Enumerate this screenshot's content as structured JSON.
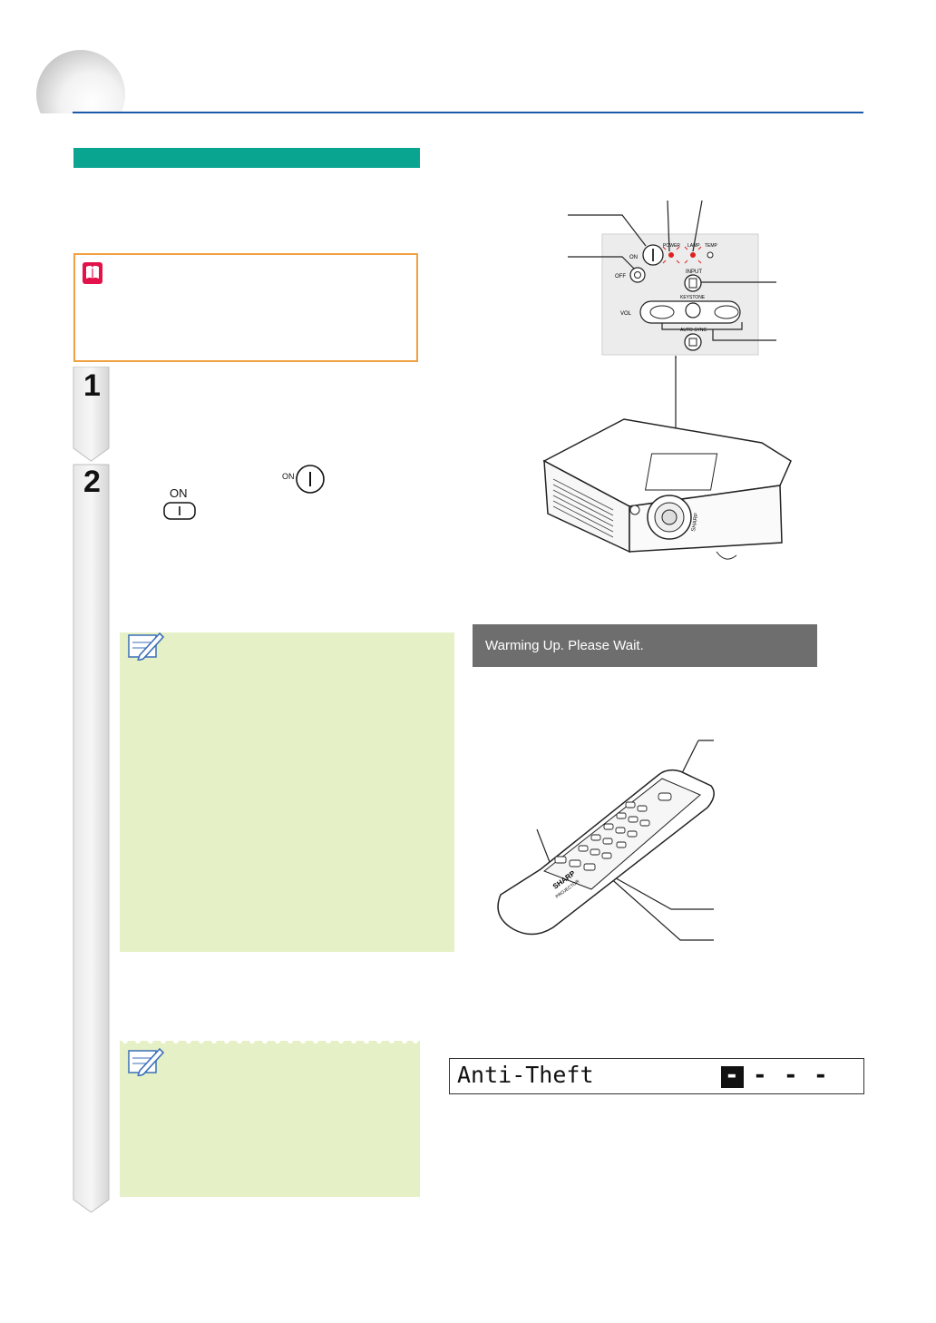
{
  "steps": [
    {
      "number": "1"
    },
    {
      "number": "2"
    }
  ],
  "button_glyphs": {
    "on_small_label": "ON",
    "remote_on_label": "ON"
  },
  "control_panel": {
    "on_label": "ON",
    "off_label": "OFF",
    "power_label": "POWER",
    "lamp_label": "LAMP",
    "temp_label": "TEMP",
    "input_label": "INPUT",
    "keystone_label": "KEYSTONE",
    "vol_label": "VOL",
    "auto_sync_label": "AUTO SYNC"
  },
  "projector": {
    "brand": "SHARP"
  },
  "remote": {
    "brand": "SHARP",
    "sub_brand": "PROJECTOR"
  },
  "warming_message": "Warming Up. Please Wait.",
  "anti_theft": {
    "label": "Anti-Theft",
    "digits": [
      "-",
      "-",
      "-",
      "-"
    ]
  },
  "colors": {
    "header_line": "#1a5aa8",
    "teal": "#0aa590",
    "info_border": "#f0a040",
    "note_bg": "#e5f0c6",
    "warm_bg": "#6e6e6e"
  }
}
